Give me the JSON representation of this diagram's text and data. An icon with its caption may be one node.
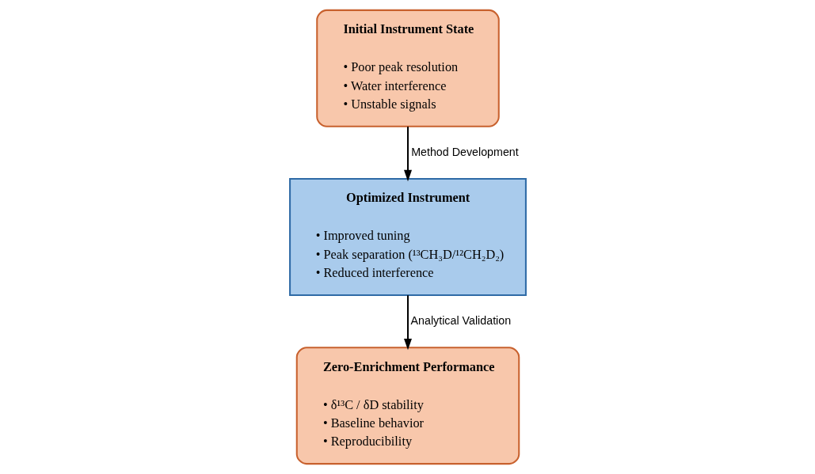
{
  "diagram": {
    "nodes": [
      {
        "text": [
          "Initial Instrument State",
          "• Poor peak resolution",
          "• Water interference",
          "• Unstable signals"
        ]
      },
      {
        "text": [
          "Optimized Instrument",
          "• Improved tuning",
          "• Peak separation (¹³CH₃D/¹²CH₂D₂)",
          "• Reduced interference"
        ]
      },
      {
        "text": [
          "Zero-Enrichment Performance",
          "• δ¹³C / δD stability",
          "• Baseline behavior",
          "• Reproducibility"
        ]
      }
    ],
    "edges": [
      {
        "from": 0,
        "to": 1,
        "arrow": "to",
        "label": "Method Development"
      },
      {
        "from": 1,
        "to": 2,
        "arrow": "to",
        "label": "Analytical Validation"
      }
    ]
  }
}
